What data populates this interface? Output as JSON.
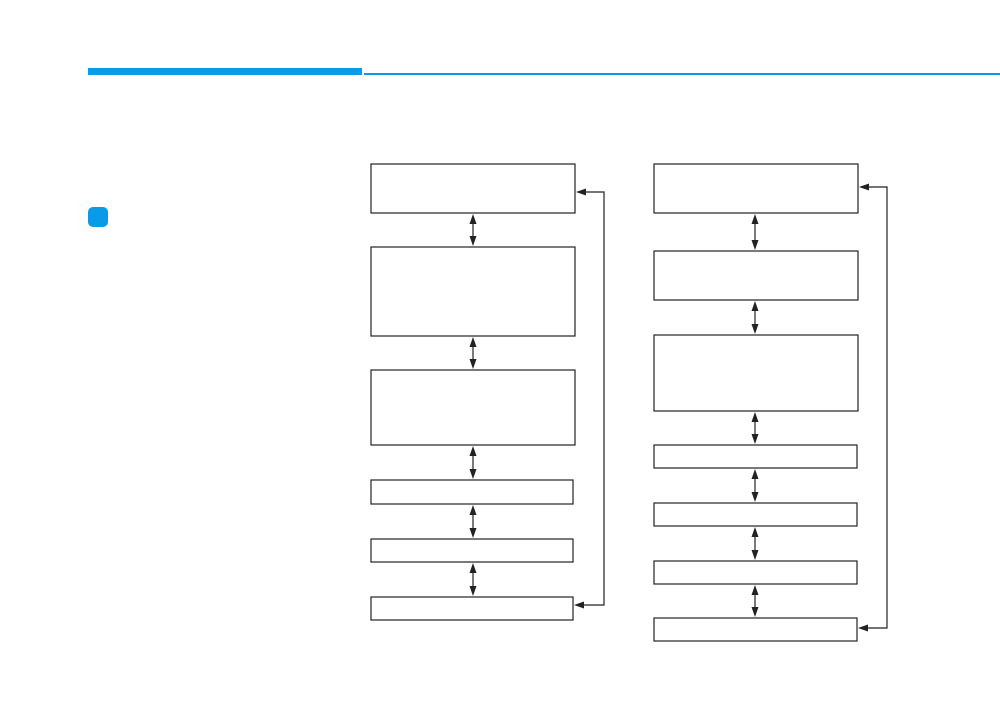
{
  "header": {
    "accent_color": "#0a9be8"
  },
  "section_marker": {
    "color": "#0a9be8"
  },
  "flow_left": {
    "boxes": [
      {
        "label": ""
      },
      {
        "label": ""
      },
      {
        "label": ""
      },
      {
        "label": ""
      },
      {
        "label": ""
      },
      {
        "label": ""
      }
    ],
    "links": [
      "bidirectional",
      "bidirectional",
      "bidirectional",
      "bidirectional",
      "bidirectional"
    ],
    "loop": "last-to-first"
  },
  "flow_right": {
    "boxes": [
      {
        "label": ""
      },
      {
        "label": ""
      },
      {
        "label": ""
      },
      {
        "label": ""
      },
      {
        "label": ""
      },
      {
        "label": ""
      },
      {
        "label": ""
      }
    ],
    "links": [
      "bidirectional",
      "bidirectional",
      "bidirectional",
      "bidirectional",
      "bidirectional",
      "bidirectional"
    ],
    "loop": "last-to-first"
  }
}
